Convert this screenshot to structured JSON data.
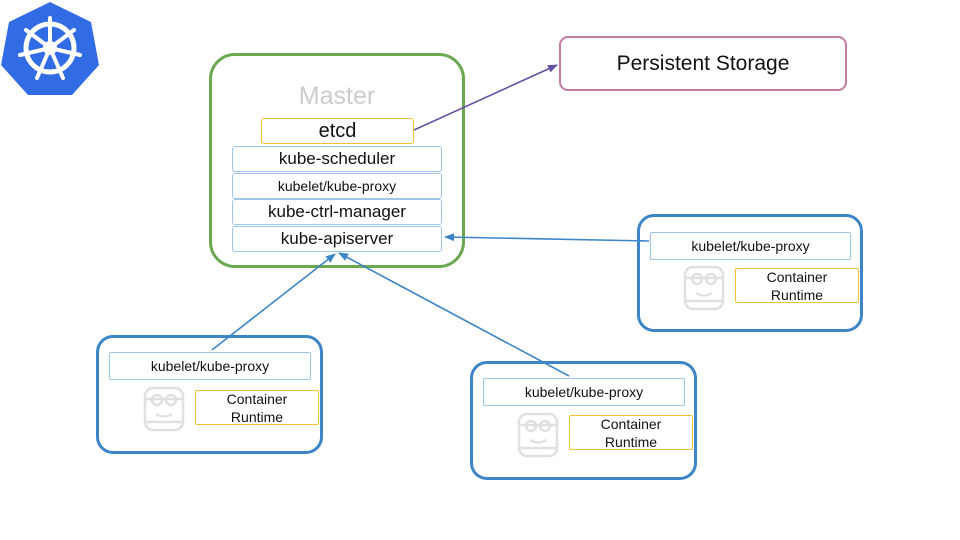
{
  "master": {
    "title": "Master",
    "components": [
      {
        "label": "etcd"
      },
      {
        "label": "kube-scheduler"
      },
      {
        "label": "kubelet/kube-proxy"
      },
      {
        "label": "kube-ctrl-manager"
      },
      {
        "label": "kube-apiserver"
      }
    ]
  },
  "storage": {
    "label": "Persistent Storage"
  },
  "nodes": [
    {
      "proxy_label": "kubelet/kube-proxy",
      "runtime_line1": "Container",
      "runtime_line2": "Runtime"
    },
    {
      "proxy_label": "kubelet/kube-proxy",
      "runtime_line1": "Container",
      "runtime_line2": "Runtime"
    },
    {
      "proxy_label": "kubelet/kube-proxy",
      "runtime_line1": "Container",
      "runtime_line2": "Runtime"
    }
  ],
  "colors": {
    "master_border": "#6aa84f",
    "node_border": "#3d85c6",
    "storage_border": "#c27ba0",
    "etcd_border": "#f1c232",
    "component_border": "#9fc5e8",
    "arrow_blue": "#3d85c6",
    "arrow_purple": "#674ea7",
    "logo_blue": "#326ce5"
  },
  "icons": [
    "kubernetes-helm-logo-icon",
    "container-mascot-icon"
  ]
}
